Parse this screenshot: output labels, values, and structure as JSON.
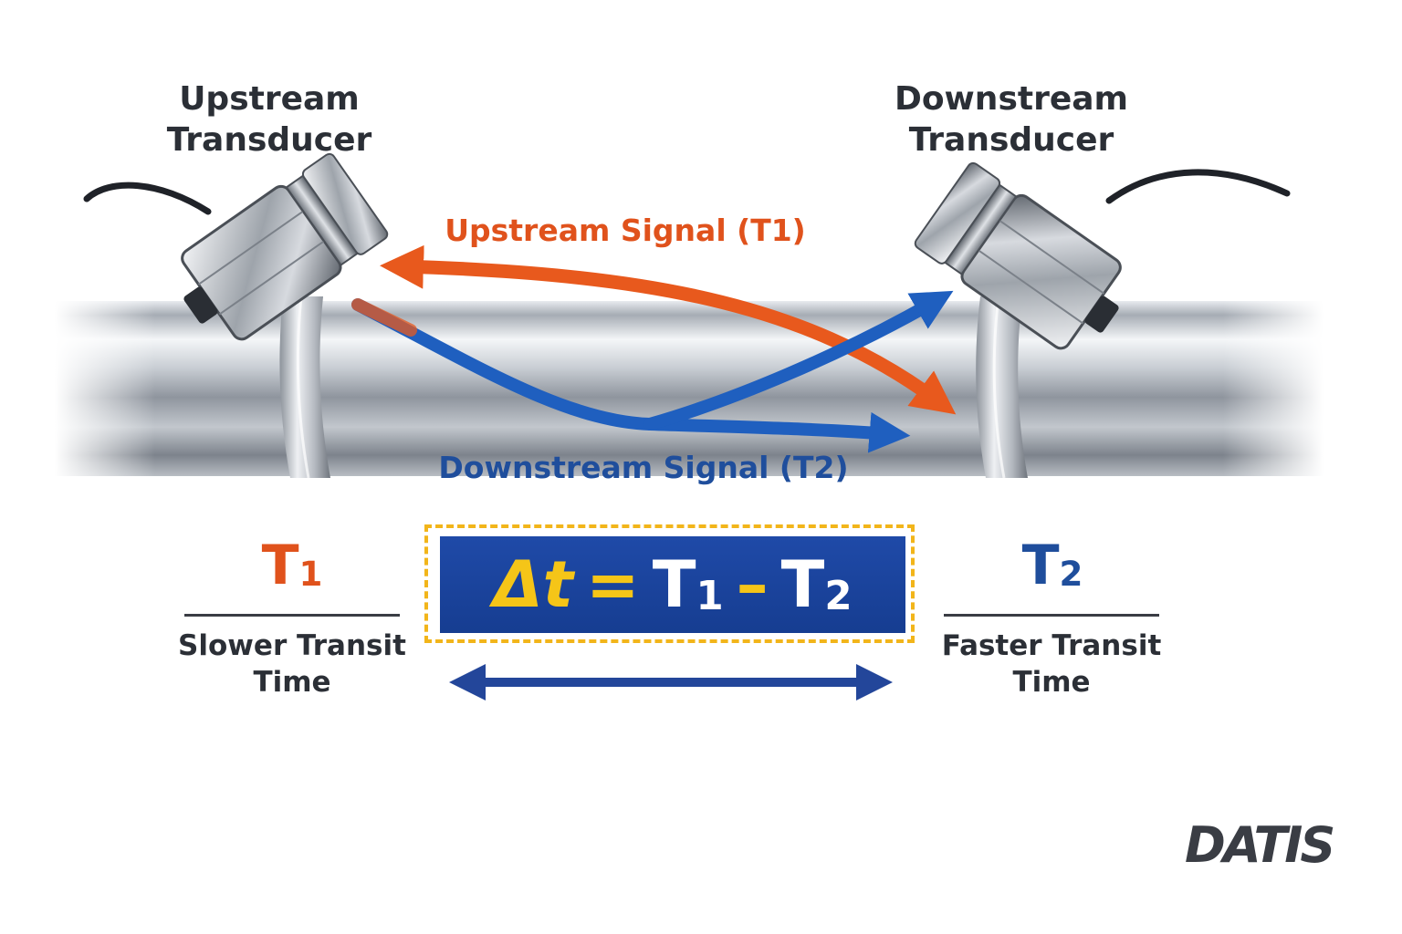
{
  "transducers": {
    "upstream": {
      "line1": "Upstream",
      "line2": "Transducer"
    },
    "downstream": {
      "line1": "Downstream",
      "line2": "Transducer"
    }
  },
  "signals": {
    "upstream": {
      "label": "Upstream Signal (T1)",
      "color": "#e0521c"
    },
    "downstream": {
      "label": "Downstream Signal (T2)",
      "color": "#1f5fbf"
    }
  },
  "t1": {
    "letter": "T",
    "subscript": "1",
    "caption_line1": "Slower Transit",
    "caption_line2": "Time",
    "color": "#e0521c"
  },
  "t2": {
    "letter": "T",
    "subscript": "2",
    "caption_line1": "Faster Transit",
    "caption_line2": "Time",
    "color": "#1f4e9c"
  },
  "formula": {
    "lhs": "Δt",
    "equals": "=",
    "term1_letter": "T",
    "term1_sub": "1",
    "minus": "–",
    "term2_letter": "T",
    "term2_sub": "2",
    "box_color": "#1f4aa8",
    "accent_color": "#f5c518"
  },
  "brand": {
    "logo": "DATIS"
  }
}
